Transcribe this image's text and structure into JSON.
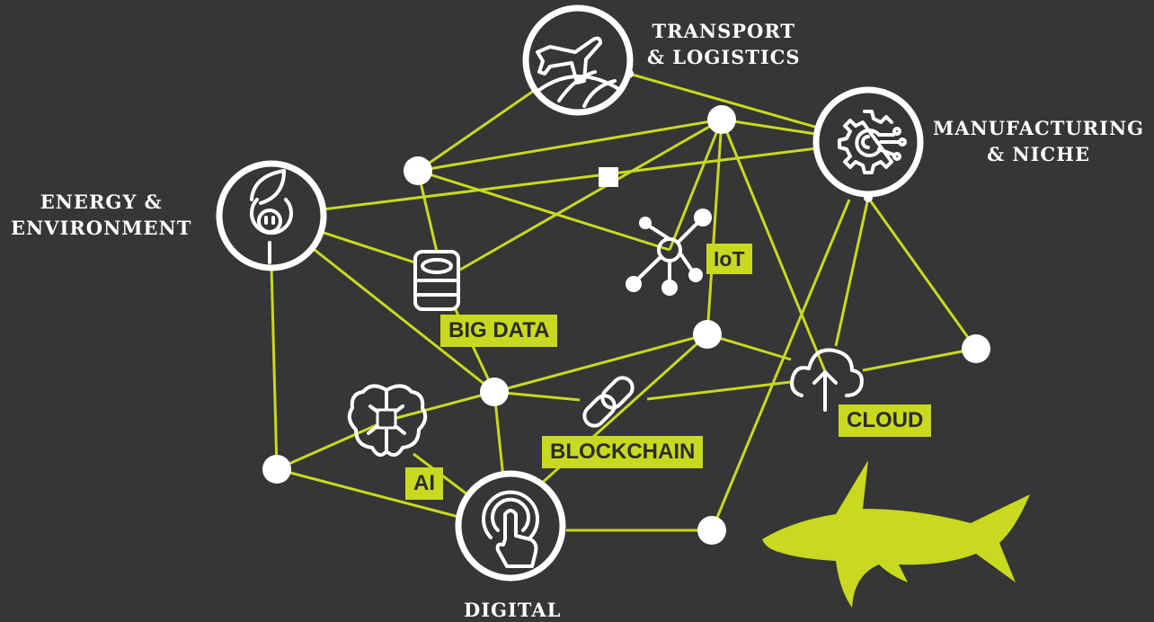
{
  "hubs": {
    "transport": "TRANSPORT\n& LOGISTICS",
    "manufacturing": "MANUFACTURING\n& NICHE",
    "energy": "ENERGY &\nENVIRONMENT",
    "digital": "DIGITAL"
  },
  "tags": {
    "iot": "IoT",
    "big_data": "BIG DATA",
    "cloud": "CLOUD",
    "blockchain": "BLOCKCHAIN",
    "ai": "AI"
  },
  "colors": {
    "background": "#353635",
    "accent": "#c8d920",
    "node": "#ffffff"
  },
  "icons": [
    "airplane-globe-icon",
    "gear-circuit-icon",
    "leaf-plug-icon",
    "touch-hand-icon",
    "iot-hub-icon",
    "database-icon",
    "cloud-upload-icon",
    "chain-link-icon",
    "brain-chip-icon",
    "shark-icon"
  ]
}
